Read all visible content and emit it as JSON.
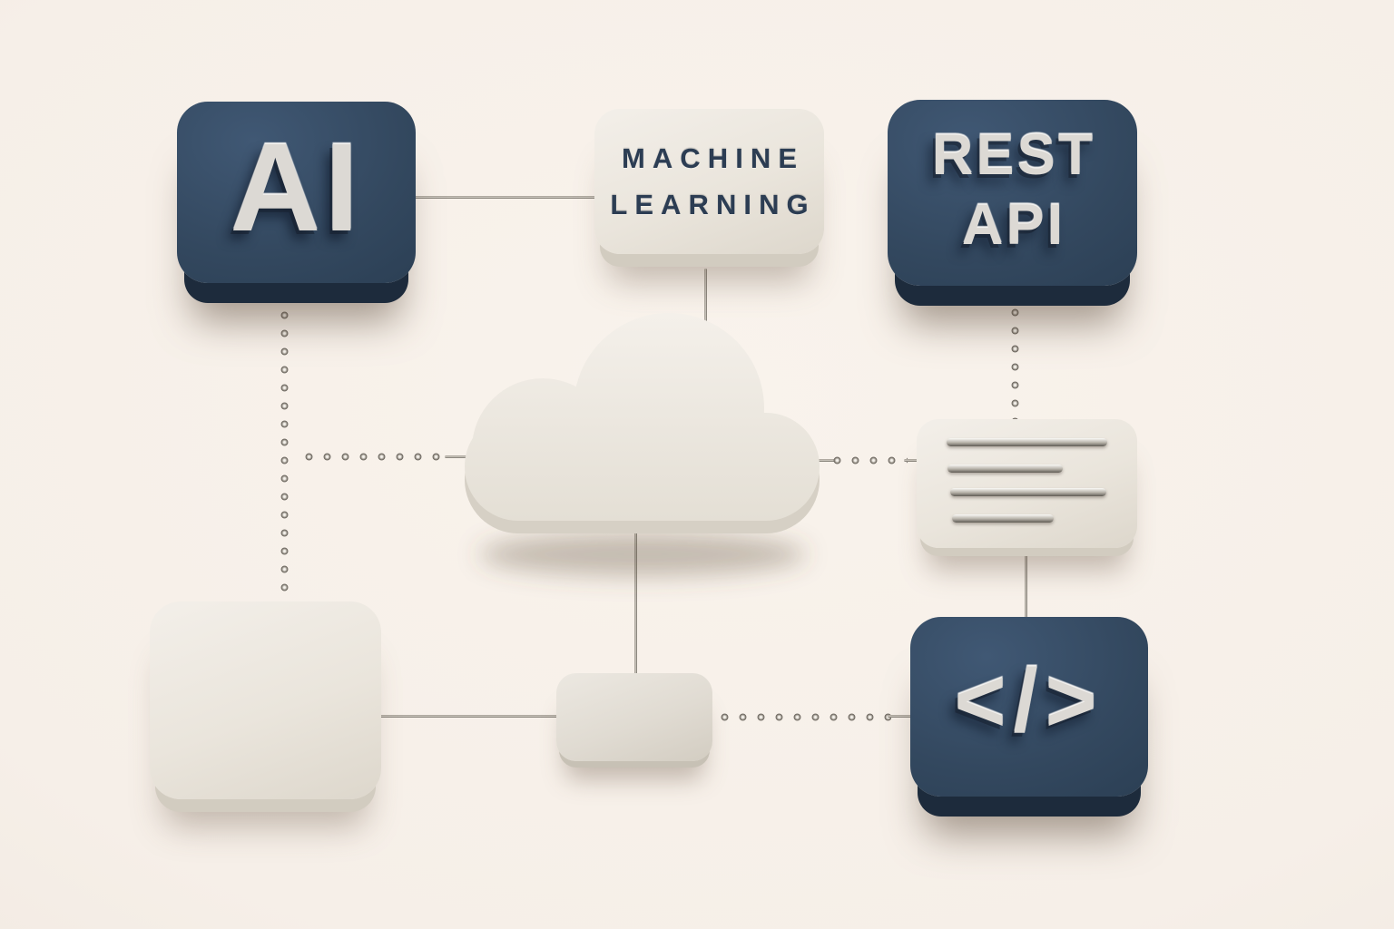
{
  "scene": {
    "description": "3D rendered technology flow diagram on warm cream background",
    "background_color": "#f6efe8",
    "navy_block_color": "#33485f",
    "navy_front_color": "#1d2b3c",
    "light_block_color": "#ece7df",
    "metal_line_color": "#9b958c",
    "label_metal_color": "#dcd9d4",
    "label_navy_color": "#2c3d53"
  },
  "nodes": {
    "ai": {
      "label": "AI",
      "style": "navy"
    },
    "machine_learning": {
      "line1": "MACHINE",
      "line2": "LEARNING",
      "style": "light"
    },
    "rest_api": {
      "line1": "REST",
      "line2": "API",
      "style": "navy"
    },
    "cloud": {
      "icon": "cloud-icon",
      "style": "light"
    },
    "document": {
      "icon": "text-lines-icon",
      "style": "light",
      "bar_count": 4
    },
    "blank_panel": {
      "style": "light"
    },
    "connector": {
      "style": "light"
    },
    "code": {
      "label": "</>",
      "icon": "code-icon",
      "style": "navy"
    }
  },
  "edges": [
    {
      "from": "ai",
      "to": "machine_learning",
      "style": "solid"
    },
    {
      "from": "machine_learning",
      "to": "cloud",
      "style": "solid"
    },
    {
      "from": "ai",
      "to": "blank_panel",
      "style": "dotted-beads"
    },
    {
      "from": "ai_blank_line",
      "to": "cloud",
      "style": "dotted-beads"
    },
    {
      "from": "cloud",
      "to": "document",
      "style": "dotted-beads"
    },
    {
      "from": "rest_api",
      "to": "document",
      "style": "dotted-beads"
    },
    {
      "from": "document",
      "to": "code",
      "style": "solid"
    },
    {
      "from": "cloud",
      "to": "connector",
      "style": "solid"
    },
    {
      "from": "blank_panel",
      "to": "connector",
      "style": "solid"
    },
    {
      "from": "connector",
      "to": "code",
      "style": "dotted-beads"
    }
  ]
}
